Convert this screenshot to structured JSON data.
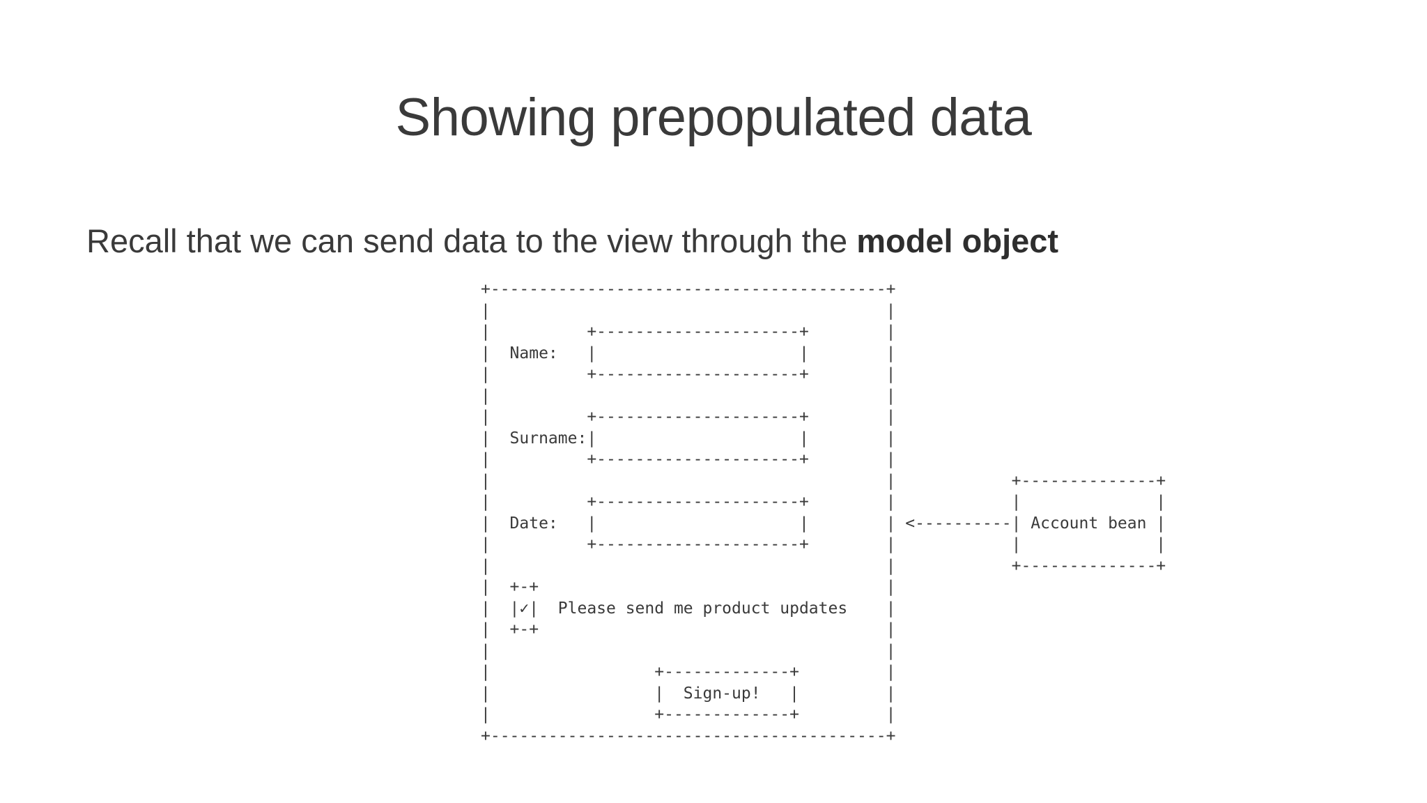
{
  "slide": {
    "title": "Showing prepopulated data",
    "subtitle_prefix": "Recall that we can send data to the view through the ",
    "subtitle_emphasis": "model object",
    "title_color": "#3a3a3a",
    "background_color": "#ffffff",
    "text_color": "#333333"
  },
  "diagram": {
    "type": "ascii-art",
    "description": "Sign-up form wireframe with an Account bean linked by an arrow",
    "form": {
      "fields": [
        {
          "label": "Name:",
          "value": "",
          "box_width_chars": 23
        },
        {
          "label": "Surname:",
          "value": "",
          "box_width_chars": 23
        },
        {
          "label": "Date:",
          "value": "",
          "box_width_chars": 23
        }
      ],
      "checkbox": {
        "checked": true,
        "check_glyph": "✓",
        "label": "Please send me product updates"
      },
      "button": {
        "label": "Sign-up!",
        "box_width_chars": 15
      },
      "outer_width_chars": 41
    },
    "bean": {
      "label": "Account bean",
      "box_width_chars": 16
    },
    "arrow": {
      "glyph": "<----------+",
      "direction": "left",
      "from": "Account bean",
      "to": "form"
    },
    "art": "+---------------------------------------+\n|                                       |\n|          +---------------------+      |\n|  Name:   |                     |      |\n|          +---------------------+      |\n|                                       |\n|          +---------------------+      |\n|  Surname:|                     |      |\n|          +---------------------+      |\n|                                       |      +--------------+\n|          +---------------------+      |      |              |\n|  Date:   |                     |      | <----------+ Account bean |\n|          +---------------------+      |      |              |\n|                                       |      +--------------+\n|  +-+                                  |\n|  |✓|  Please send me product updates  |\n|  +-+                                  |\n|                 +-------------+       |\n|                 |  Sign-up!   |       |\n|                 +-------------+       |\n+---------------------------------------+"
  }
}
